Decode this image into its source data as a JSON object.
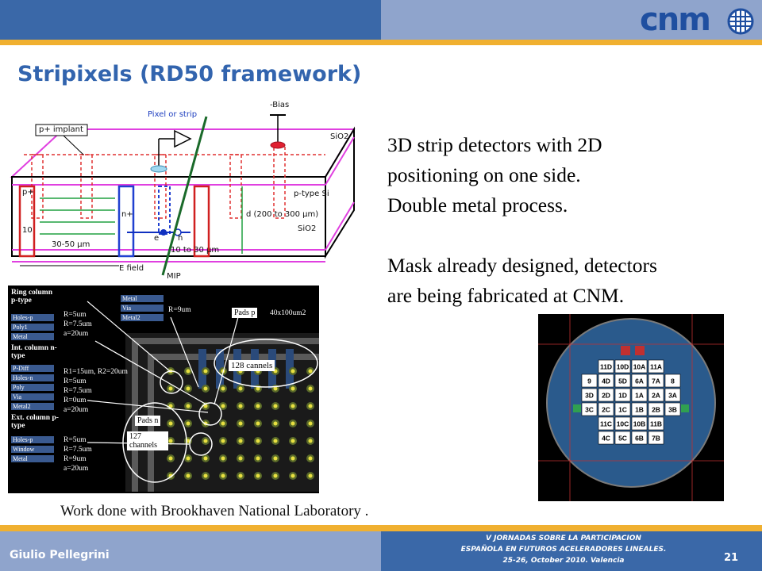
{
  "header": {
    "logo_text": "cnm"
  },
  "slide": {
    "title": "Stripixels (RD50 framework)",
    "body_lines": [
      "3D strip detectors with 2D",
      "positioning on one side.",
      "Double metal process.",
      "Mask already designed, detectors",
      "are being fabricated at CNM."
    ],
    "caption": "Work done with Brookhaven National Laboratory ."
  },
  "diagram": {
    "labels": {
      "implant": "p+ implant",
      "pixel": "Pixel or strip",
      "bias": "-Bias",
      "sio2_top": "SiO2",
      "ptype": "p-type Si",
      "thick": "d (200 to 300 µm)",
      "sio2_bot": "SiO2",
      "pitch": "30-50 µm",
      "efield": "E field",
      "gap": "10 to 30 µm",
      "mip": "MIP",
      "pplus": "p+",
      "nplus": "n+",
      "h": "h",
      "e": "e",
      "d10": "10"
    }
  },
  "mask": {
    "ring": "Ring column p-type",
    "int": "Int. column n-type",
    "ext": "Ext. column p-type",
    "r5": "R=5um",
    "r75": "R=7.5um",
    "a20": "a=20um",
    "r9": "R=9um",
    "r0": "R=0um",
    "r1": "R1=15um, R2=20um",
    "pads_p": "Pads p",
    "size": "40x100um2",
    "cannels": "128 cannels",
    "pads_n": "Pads n",
    "ch127": "127 channels",
    "legend_items": [
      "Holes-p",
      "Poly1",
      "Metal",
      "P-Diff",
      "Holes-n",
      "Poly",
      "Via",
      "Metal2",
      "Window"
    ]
  },
  "wafer": {
    "cells": [
      [
        "11D",
        "10D",
        "10A",
        "11A"
      ],
      [
        "9",
        "4D",
        "5D",
        "6A",
        "7A",
        "8"
      ],
      [
        "3D",
        "2D",
        "1D",
        "1A",
        "2A",
        "3A"
      ],
      [
        "3C",
        "2C",
        "1C",
        "1B",
        "2B",
        "3B"
      ],
      [
        "11C",
        "10C",
        "10B",
        "11B"
      ],
      [
        "4C",
        "5C",
        "6B",
        "7B"
      ]
    ]
  },
  "footer": {
    "author": "Giulio Pellegrini",
    "conference": [
      "V JORNADAS SOBRE LA PARTICIPACION",
      "ESPAÑOLA EN FUTUROS ACELERADORES LINEALES.",
      "25-26, October 2010. Valencia"
    ],
    "page": "21"
  },
  "colors": {
    "header_blue": "#3a68a8",
    "header_light": "#8fa4cc",
    "gold": "#f0b030",
    "title_blue": "#3264ae"
  }
}
